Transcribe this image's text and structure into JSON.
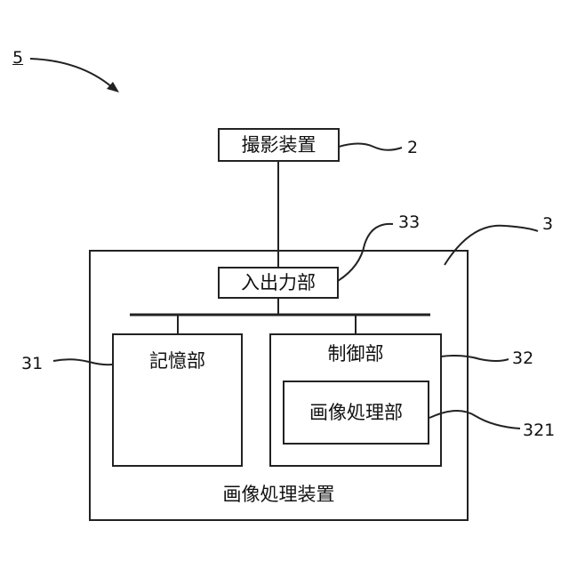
{
  "figure_number": "5",
  "camera": {
    "label": "撮影装置",
    "ref": "2"
  },
  "apparatus": {
    "label": "画像処理装置",
    "ref": "3"
  },
  "io_unit": {
    "label": "入出力部",
    "ref": "33"
  },
  "storage": {
    "label": "記憶部",
    "ref": "31"
  },
  "control": {
    "label": "制御部",
    "ref": "32"
  },
  "image_proc": {
    "label": "画像処理部",
    "ref": "321"
  }
}
